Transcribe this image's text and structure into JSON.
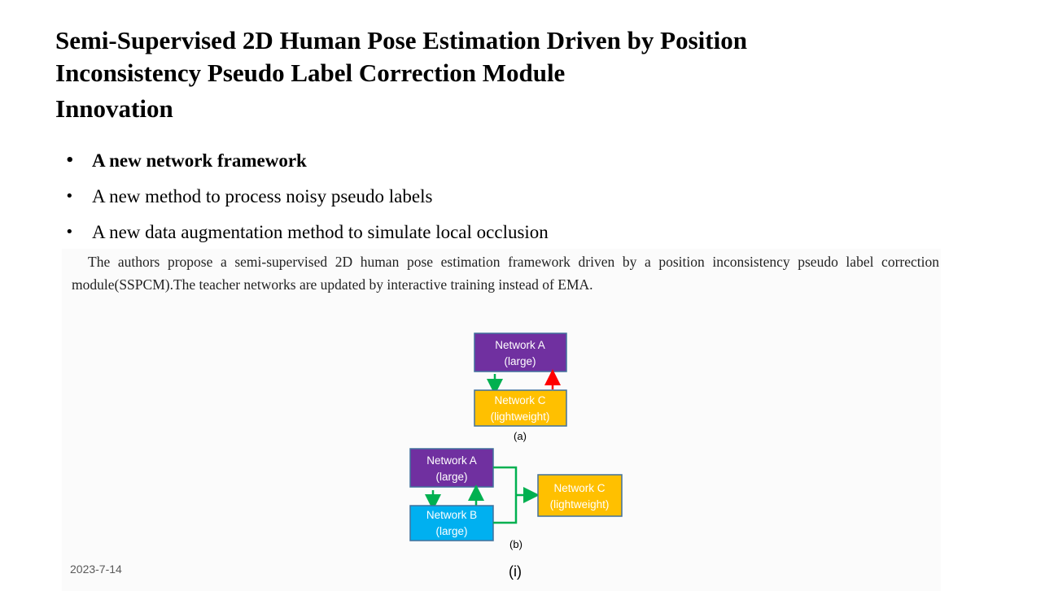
{
  "slide": {
    "title_lines": [
      "Semi-Supervised 2D Human Pose Estimation Driven by Position",
      "Inconsistency Pseudo Label Correction Module"
    ],
    "subtitle": "Innovation",
    "bullets": [
      "A new network framework",
      "A new method to process noisy pseudo labels",
      "A new data augmentation method to simulate local occlusion"
    ],
    "bullet_glyph": "•",
    "paragraph": "The authors propose a semi-supervised 2D human pose estimation framework driven by a position inconsistency pseudo label correction module(SSPCM).The teacher networks are updated by interactive training instead of EMA.",
    "date": "2023-7-14"
  },
  "figure": {
    "a": {
      "network_a": [
        "Network A",
        "(large)"
      ],
      "network_c": [
        "Network C",
        "(lightweight)"
      ],
      "caption": "(a)"
    },
    "b": {
      "network_a": [
        "Network A",
        "(large)"
      ],
      "network_b": [
        "Network B",
        "(large)"
      ],
      "network_c": [
        "Network C",
        "(lightweight)"
      ],
      "caption": "(b)"
    },
    "caption": "(i)",
    "colors": {
      "purple": "#7030a0",
      "orange": "#ffc000",
      "blue": "#00b0f0",
      "green": "#00b050",
      "red": "#ff0000"
    }
  }
}
